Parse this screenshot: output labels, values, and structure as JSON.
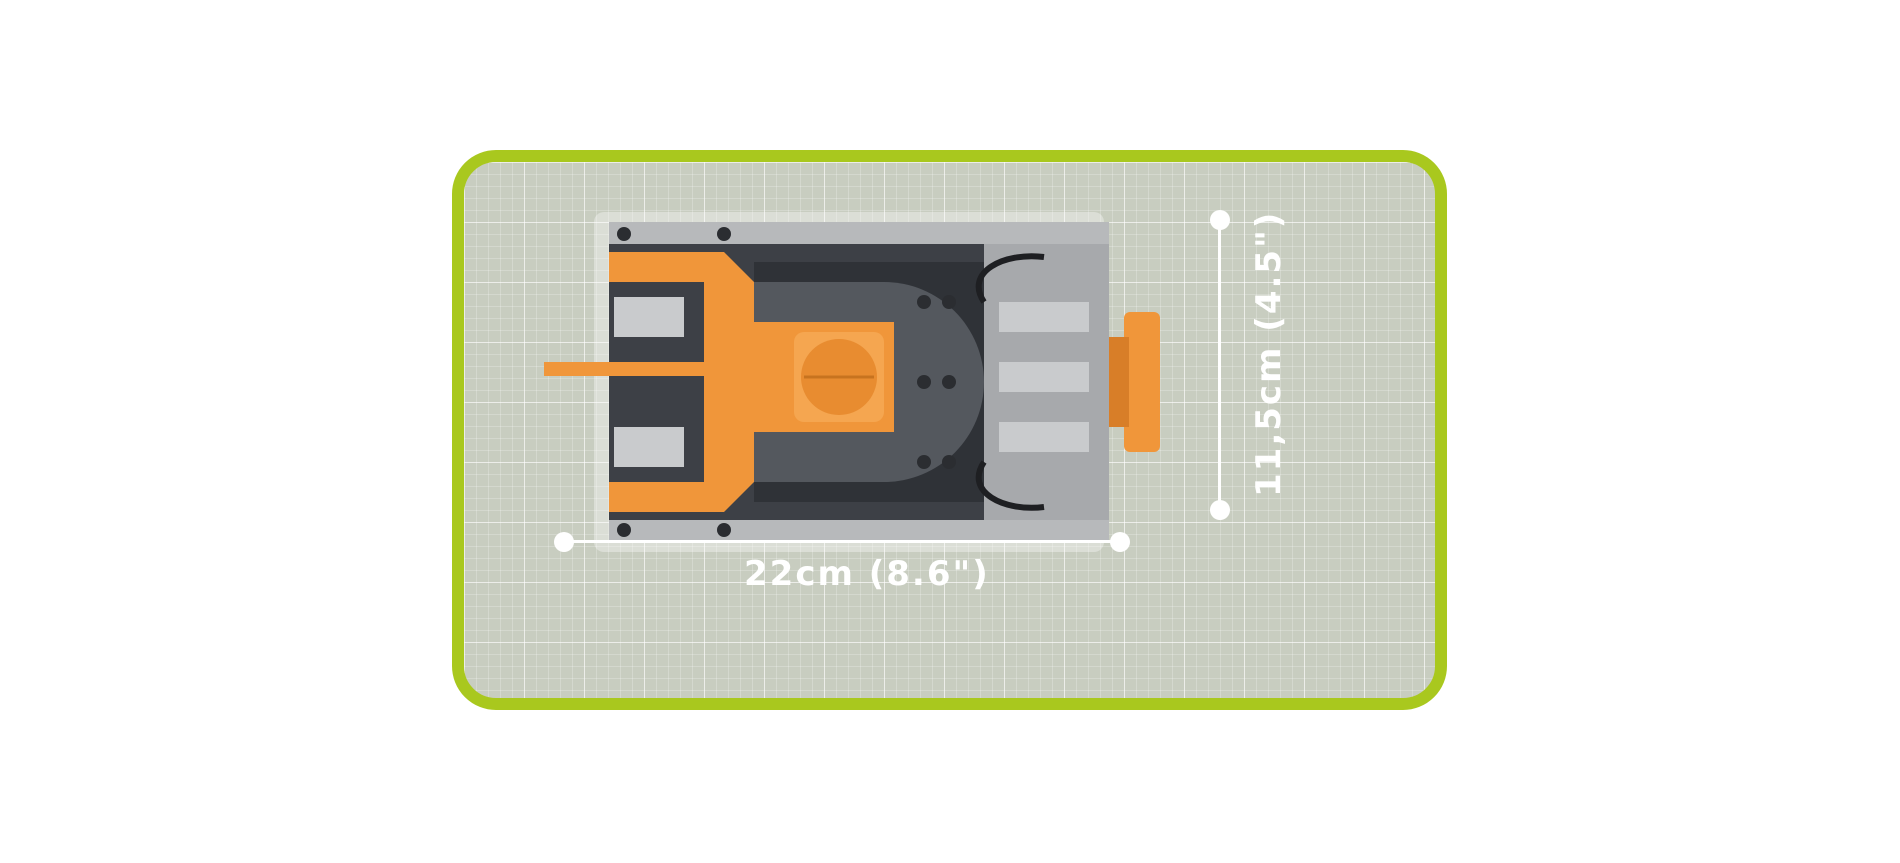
{
  "dimensions": {
    "length_label": "22cm (8.6\")",
    "width_label": "11,5cm (4.5\")"
  },
  "colors": {
    "frame": "#a9c81e",
    "background": "#c8cdc0",
    "orange": "#f0963a",
    "dark_gray": "#44474d",
    "light_gray": "#b7b9bb"
  },
  "icons": {
    "tank": "tank-model-top-view"
  }
}
